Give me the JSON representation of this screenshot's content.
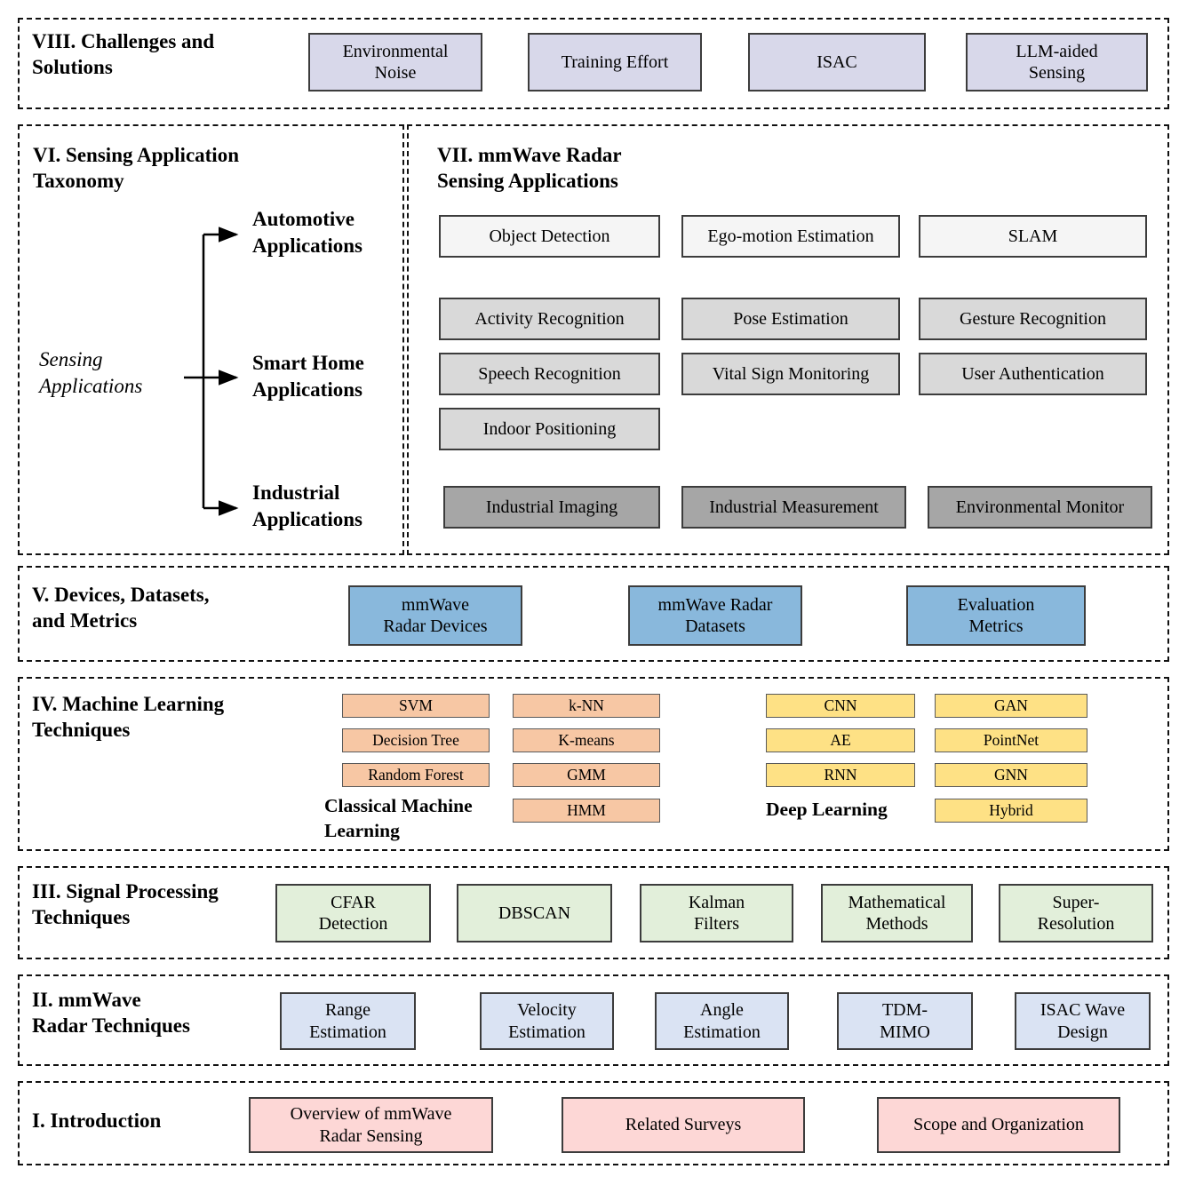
{
  "s8": {
    "title": "VIII. Challenges and\nSolutions",
    "items": [
      "Environmental\nNoise",
      "Training Effort",
      "ISAC",
      "LLM-aided\nSensing"
    ]
  },
  "s6": {
    "title": "VI. Sensing Application\nTaxonomy",
    "root": "Sensing\nApplications",
    "branches": [
      "Automotive\nApplications",
      "Smart Home\nApplications",
      "Industrial\nApplications"
    ]
  },
  "s7": {
    "title": "VII. mmWave Radar\nSensing Applications",
    "automotive": [
      "Object Detection",
      "Ego-motion Estimation",
      "SLAM"
    ],
    "smart_home_r1": [
      "Activity Recognition",
      "Pose Estimation",
      "Gesture Recognition"
    ],
    "smart_home_r2": [
      "Speech Recognition",
      "Vital Sign Monitoring",
      "User Authentication"
    ],
    "smart_home_r3": [
      "Indoor Positioning"
    ],
    "industrial": [
      "Industrial Imaging",
      "Industrial Measurement",
      "Environmental Monitor"
    ]
  },
  "s5": {
    "title": "V. Devices, Datasets,\nand Metrics",
    "items": [
      "mmWave\nRadar Devices",
      "mmWave Radar\nDatasets",
      "Evaluation\nMetrics"
    ]
  },
  "s4": {
    "title": "IV. Machine Learning\nTechniques",
    "classical_label": "Classical Machine\nLearning",
    "classical_col1": [
      "SVM",
      "Decision Tree",
      "Random Forest"
    ],
    "classical_col2": [
      "k-NN",
      "K-means",
      "GMM",
      "HMM"
    ],
    "deep_label": "Deep Learning",
    "deep_col1": [
      "CNN",
      "AE",
      "RNN"
    ],
    "deep_col2": [
      "GAN",
      "PointNet",
      "GNN",
      "Hybrid"
    ]
  },
  "s3": {
    "title": "III. Signal Processing\nTechniques",
    "items": [
      "CFAR\nDetection",
      "DBSCAN",
      "Kalman\nFilters",
      "Mathematical\nMethods",
      "Super-\nResolution"
    ]
  },
  "s2": {
    "title": "II. mmWave\nRadar Techniques",
    "items": [
      "Range\nEstimation",
      "Velocity\nEstimation",
      "Angle\nEstimation",
      "TDM-\nMIMO",
      "ISAC Wave\nDesign"
    ]
  },
  "s1": {
    "title": "I. Introduction",
    "items": [
      "Overview of mmWave\nRadar Sensing",
      "Related Surveys",
      "Scope and Organization"
    ]
  },
  "colors": {
    "challenges": "#d8d8ea",
    "apps_automotive": "#f5f5f5",
    "apps_smart_home": "#d9d9d9",
    "apps_industrial": "#a6a6a6",
    "devices": "#89b8dc",
    "ml_classical": "#f7c7a4",
    "ml_deep": "#fee185",
    "signal_processing": "#e2efda",
    "radar_techniques": "#dae3f3",
    "introduction": "#fdd7d6"
  }
}
